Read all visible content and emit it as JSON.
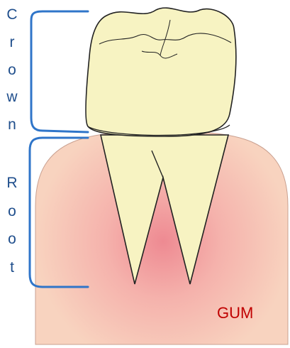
{
  "labels": {
    "crown": "Crown",
    "root": "Root",
    "gum": "GUM"
  },
  "colors": {
    "label_text": "#1f4e8c",
    "bracket": "#2f75c9",
    "gum_label": "#c00000",
    "crown_fill": "#f7f3c2",
    "root_fill": "#f7f3c2",
    "gum_outer": "#f8d3bf",
    "gum_inner": "#ee8a92",
    "outline": "#222222"
  }
}
